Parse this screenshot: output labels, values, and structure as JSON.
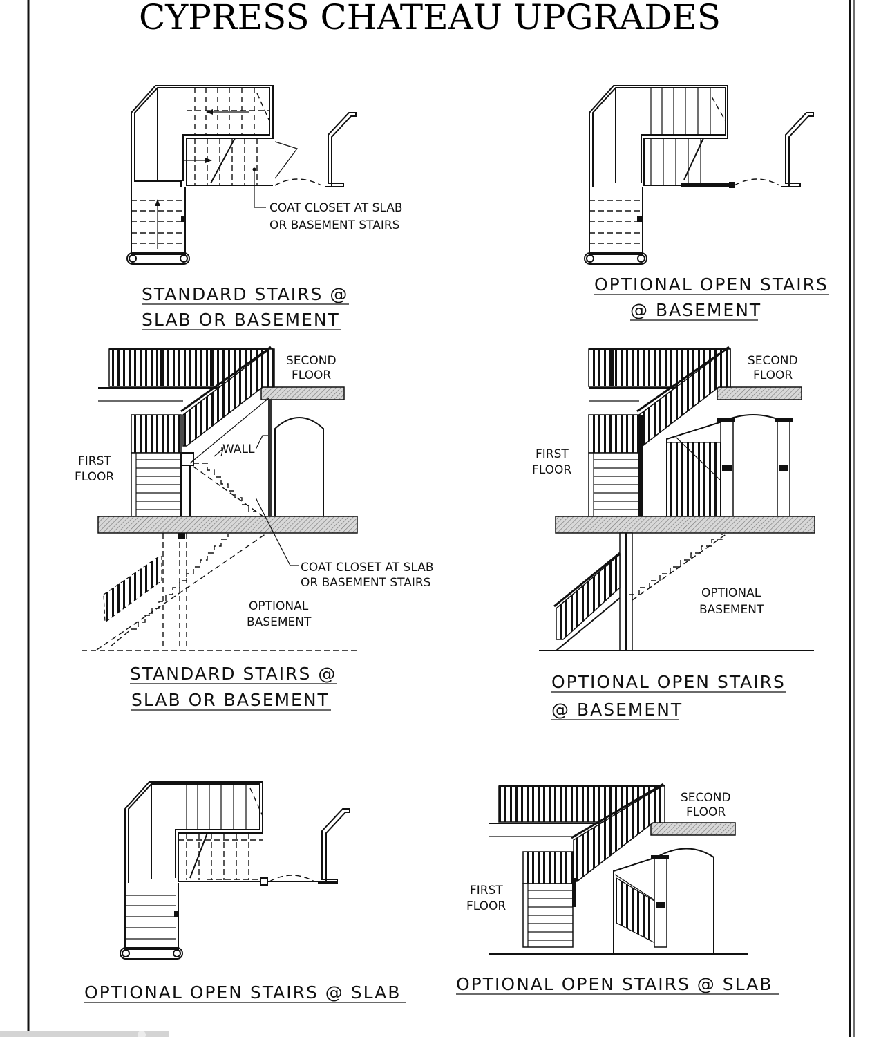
{
  "title": "CYPRESS CHATEAU UPGRADES",
  "captions": {
    "plan_standard": [
      "STANDARD STAIRS @",
      "SLAB OR BASEMENT"
    ],
    "plan_open_basement": [
      "OPTIONAL OPEN STAIRS",
      "@ BASEMENT"
    ],
    "elev_standard": [
      "STANDARD STAIRS @",
      "SLAB OR BASEMENT"
    ],
    "elev_open_basement": [
      "OPTIONAL OPEN STAIRS",
      "@ BASEMENT"
    ],
    "plan_open_slab": "OPTIONAL OPEN STAIRS @ SLAB",
    "elev_open_slab": "OPTIONAL OPEN STAIRS @ SLAB"
  },
  "labels": {
    "coat_closet": [
      "COAT CLOSET AT SLAB",
      "OR BASEMENT STAIRS"
    ],
    "second_floor": [
      "SECOND",
      "FLOOR"
    ],
    "first_floor": [
      "FIRST",
      "FLOOR"
    ],
    "wall": "WALL",
    "optional_basement": [
      "OPTIONAL",
      "BASEMENT"
    ]
  },
  "colors": {
    "ink": "#111111",
    "paper": "#ffffff",
    "hatch": "#9a9a9a",
    "scrollbar": "#d4d4d4"
  }
}
